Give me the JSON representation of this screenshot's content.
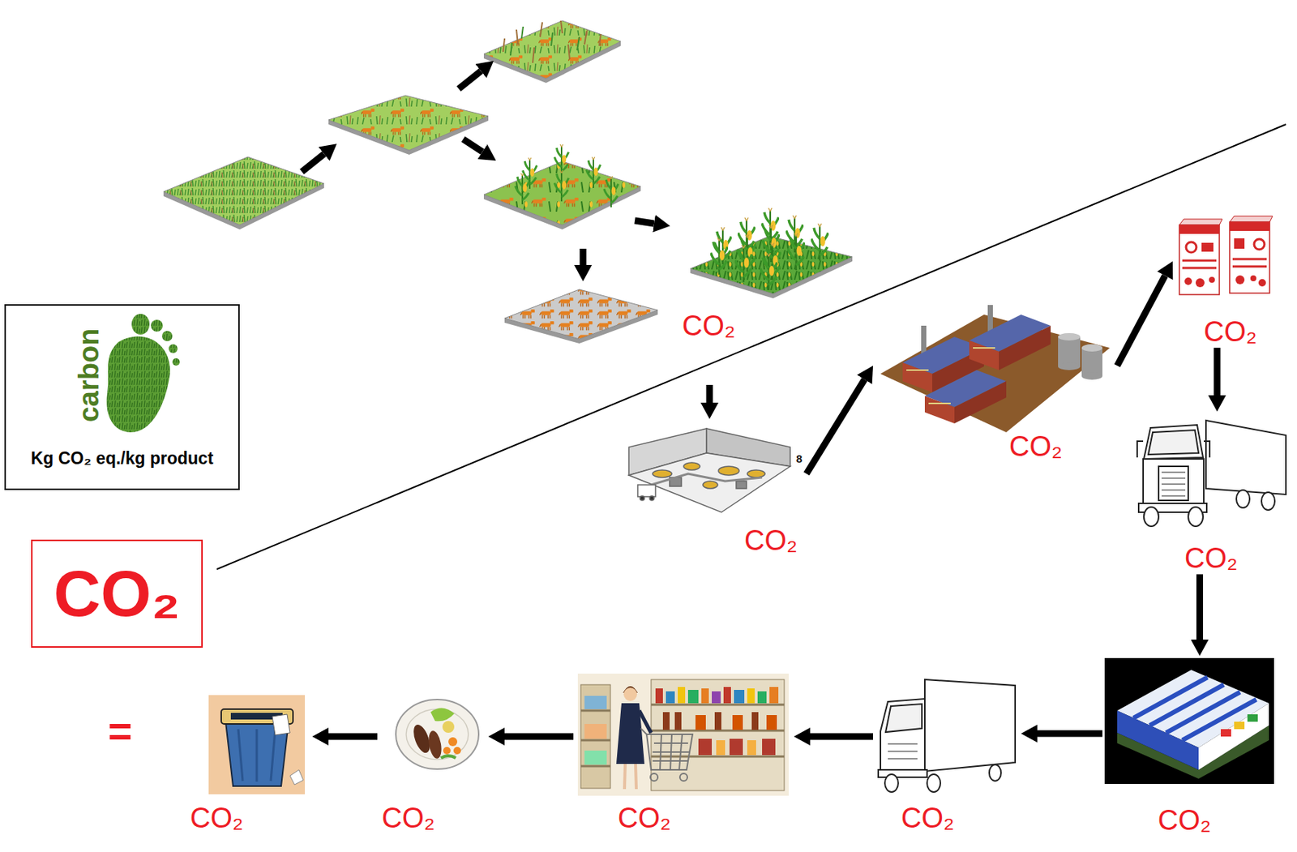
{
  "diagram": {
    "nodes": [
      {
        "text": [
          "carbon",
          "Kg CO₂ eq./kg product"
        ]
      },
      {
        "text": [
          "CO₂"
        ]
      },
      {
        "text": [
          "CO₂"
        ]
      },
      {
        "text": [
          "CO₂"
        ]
      },
      {
        "text": [
          "CO₂"
        ]
      },
      {
        "text": [
          "CO₂"
        ]
      },
      {
        "text": [
          "CO₂"
        ]
      },
      {
        "text": [
          "CO₂"
        ]
      },
      {
        "text": [
          "CO₂"
        ]
      },
      {
        "text": [
          "CO₂"
        ]
      },
      {
        "text": [
          "CO₂"
        ]
      },
      {
        "text": [
          "CO₂"
        ]
      }
    ],
    "edges": [
      {
        "from": 2,
        "to": 3,
        "arrow": "to"
      },
      {
        "from": 3,
        "to": 4,
        "arrow": "to"
      },
      {
        "from": 4,
        "to": 5,
        "arrow": "to"
      },
      {
        "from": 5,
        "to": 6,
        "arrow": "to"
      },
      {
        "from": 6,
        "to": 7,
        "arrow": "to"
      },
      {
        "from": 7,
        "to": 8,
        "arrow": "to"
      },
      {
        "from": 8,
        "to": 9,
        "arrow": "to"
      },
      {
        "from": 9,
        "to": 10,
        "arrow": "to"
      }
    ],
    "labels": [
      "8",
      "="
    ]
  }
}
